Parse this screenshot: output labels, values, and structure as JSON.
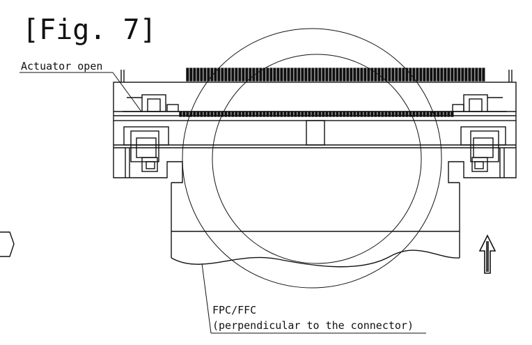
{
  "figure": {
    "label": "[Fig. 7]"
  },
  "labels": {
    "actuator": "Actuator open",
    "fpc_line1": "FPC/FFC",
    "fpc_line2": "(perpendicular to the connector)"
  },
  "colors": {
    "ink": "#111111",
    "background": "#ffffff"
  },
  "icons": {
    "insertion_arrow": "up-arrow-icon"
  }
}
